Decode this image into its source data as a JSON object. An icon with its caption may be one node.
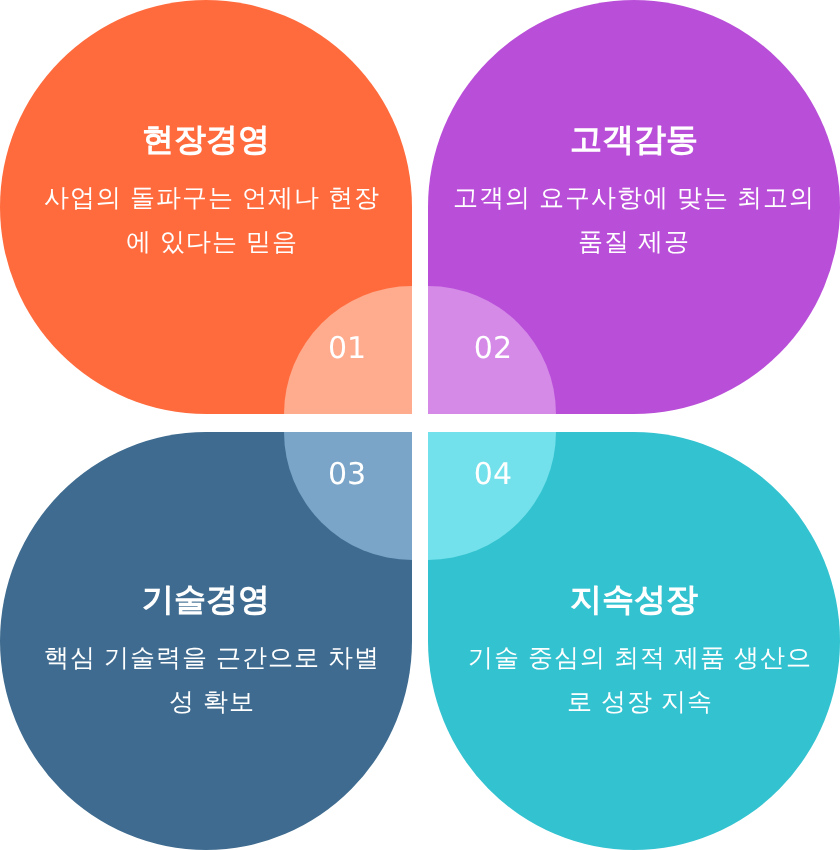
{
  "diagram": {
    "nodes": [
      {
        "text": [
          "현장경영",
          "사업의 돌파구는 언제나 현장에 있다는 믿음"
        ]
      },
      {
        "text": [
          "01"
        ],
        "in": 0
      },
      {
        "text": [
          "고객감동",
          "고객의 요구사항에 맞는 최고의 품질 제공"
        ]
      },
      {
        "text": [
          "02"
        ],
        "in": 2
      },
      {
        "text": [
          "기술경영",
          "핵심 기술력을 근간으로 차별성 확보"
        ]
      },
      {
        "text": [
          "03"
        ],
        "in": 4
      },
      {
        "text": [
          "지속성장",
          "기술 중심의 최적 제품 생산으로 성장 지속"
        ]
      },
      {
        "text": [
          "04"
        ],
        "in": 6
      }
    ]
  }
}
